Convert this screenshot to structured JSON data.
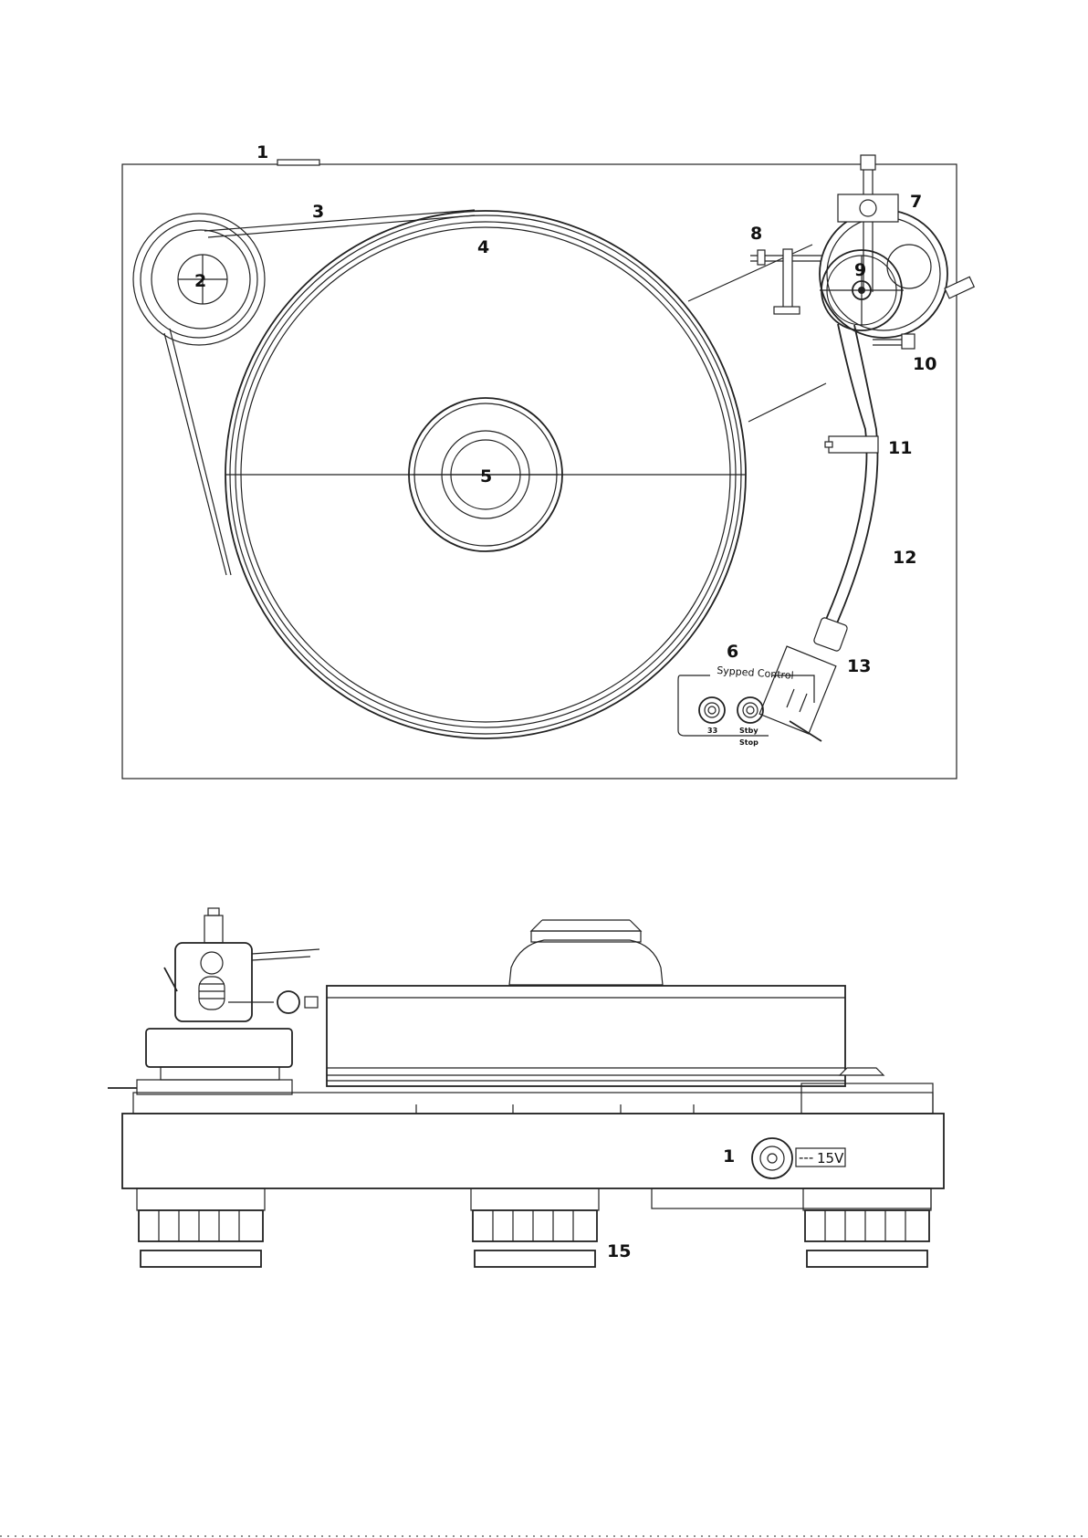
{
  "top_view": {
    "callouts": {
      "c1": "1",
      "c2": "2",
      "c3": "3",
      "c4": "4",
      "c5": "5",
      "c6": "6",
      "c7": "7",
      "c8": "8",
      "c9": "9",
      "c10": "10",
      "c11": "11",
      "c12": "12",
      "c13": "13"
    },
    "speed_control": {
      "title": "Sypped Control",
      "button_left": "33",
      "button_right": "Stby",
      "stop": "Stop"
    }
  },
  "side_view": {
    "callouts": {
      "c1": "1",
      "c15": "15"
    },
    "dc_symbol": "---",
    "voltage": "15V"
  }
}
